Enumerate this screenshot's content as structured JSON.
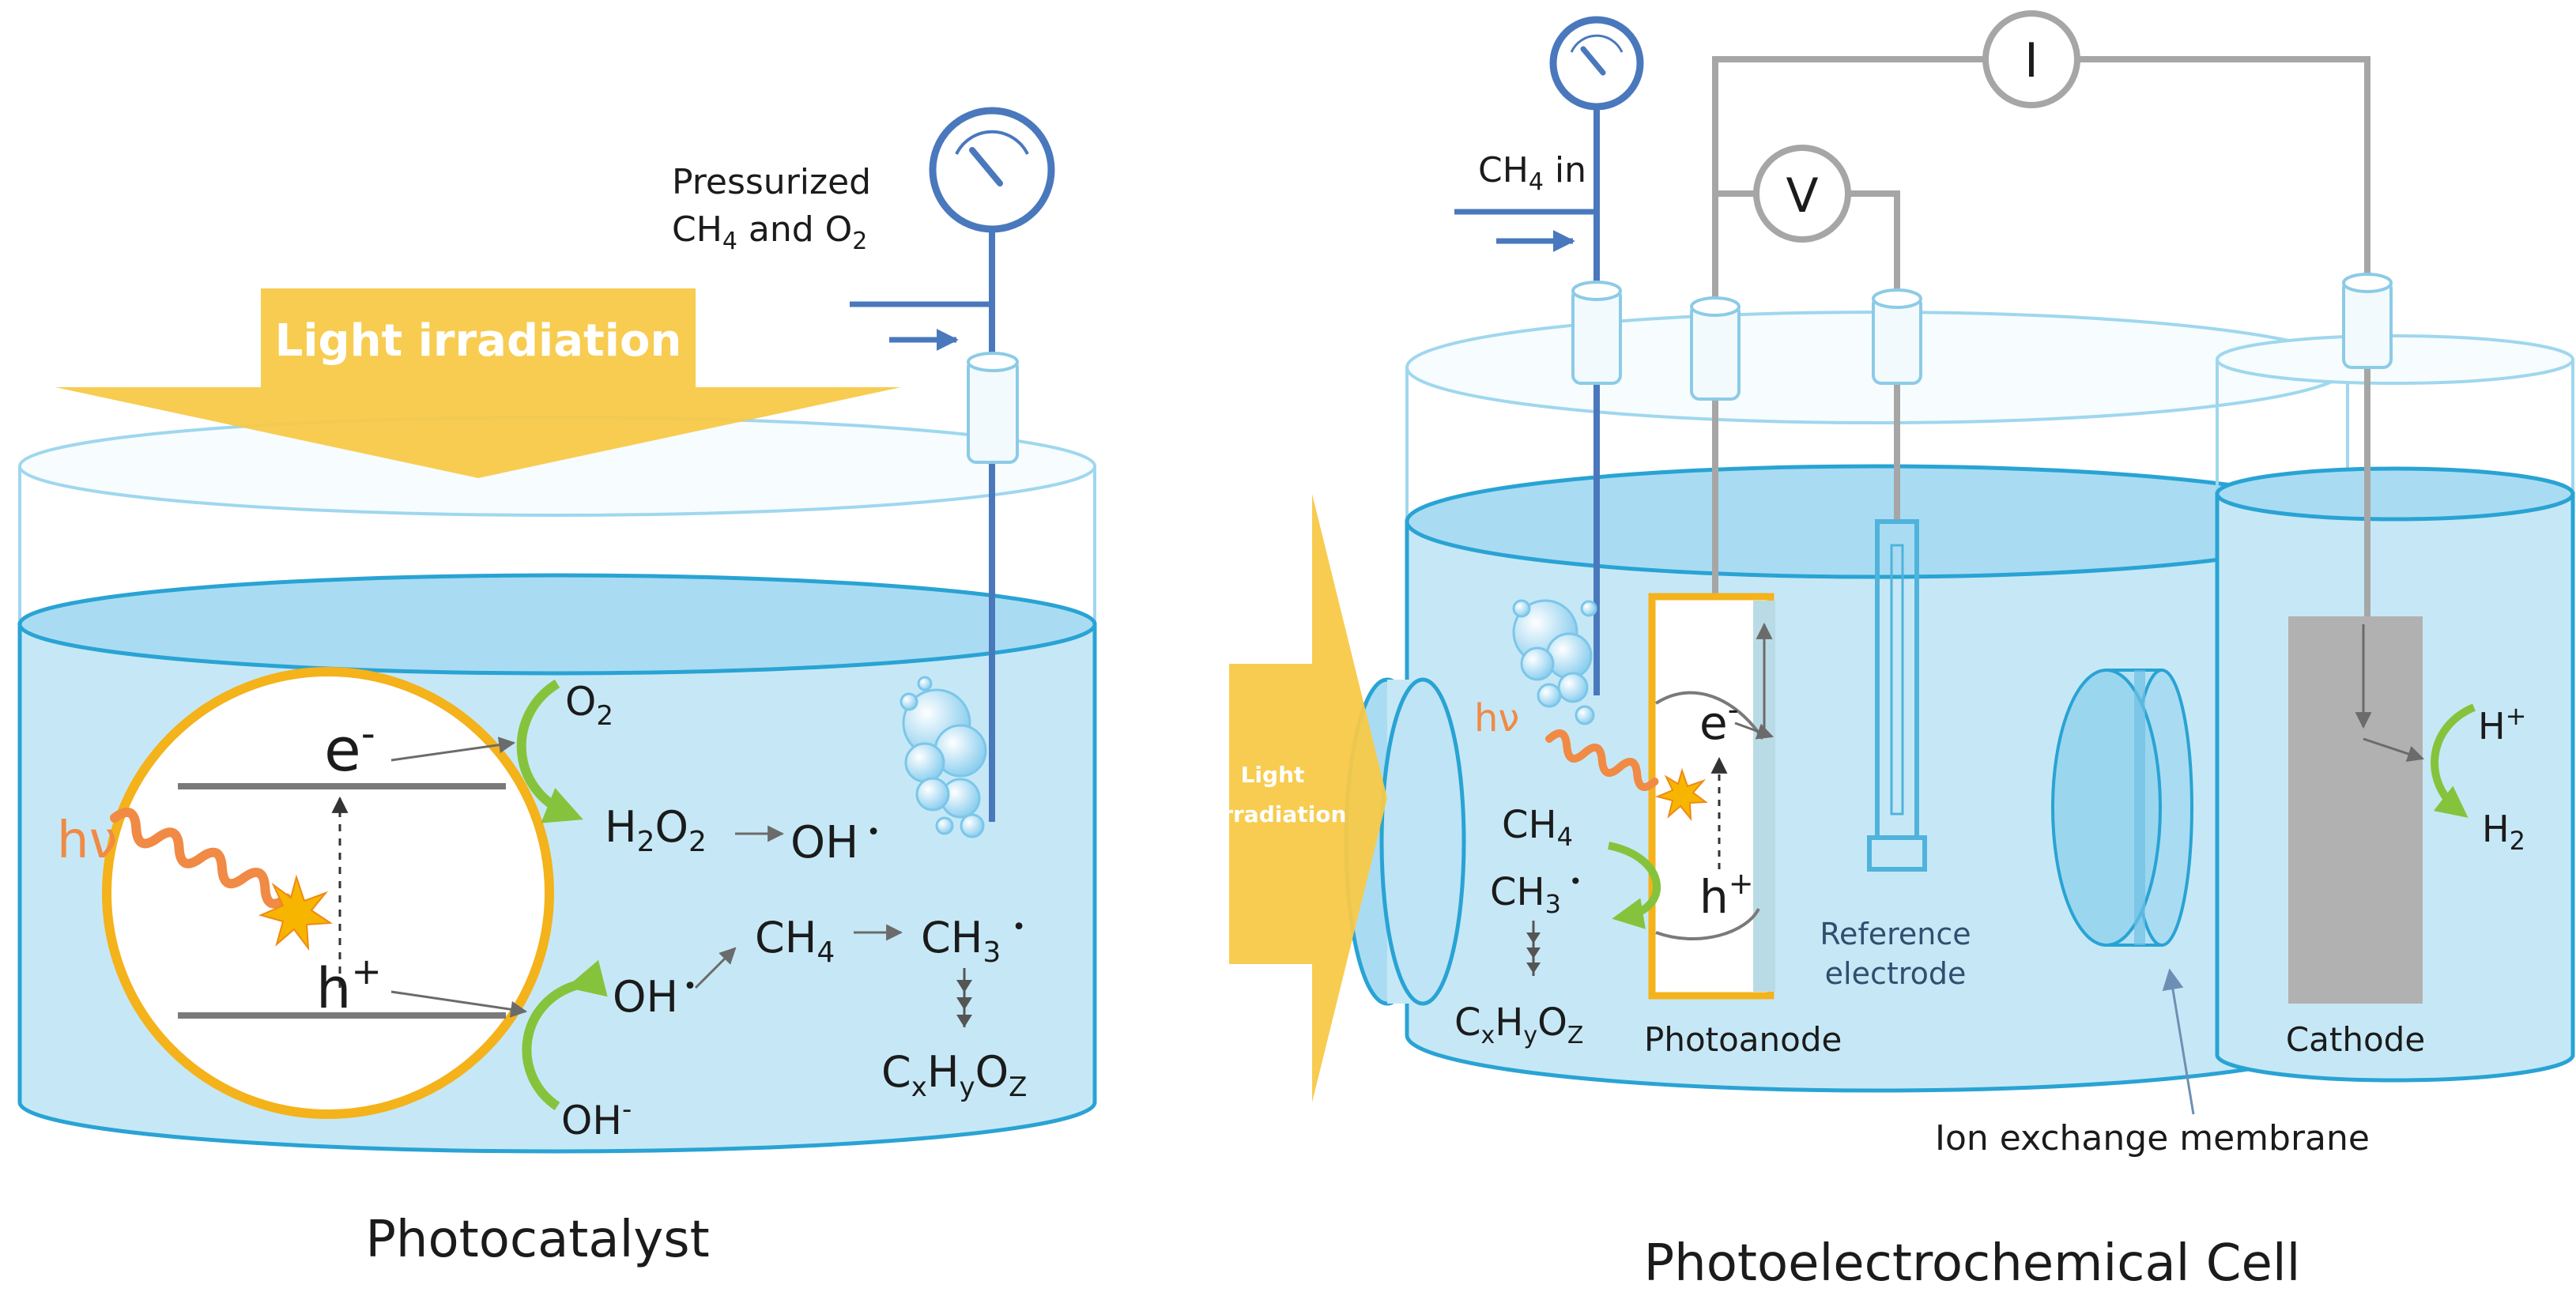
{
  "left_panel": {
    "caption": "Photocatalyst",
    "gas_label_line1": "Pressurized",
    "gas_label_ch4": "CH",
    "gas_label_ch4_sub": "4",
    "gas_label_and": " and O",
    "gas_label_o2_sub": "2",
    "light_label": "Light irradiation",
    "hv": "hν",
    "electron": "e",
    "electron_sup": "-",
    "hole": "h",
    "hole_sup": "+",
    "o2": "O",
    "o2_sub": "2",
    "h2o2_a": "H",
    "h2o2_sub1": "2",
    "h2o2_b": "O",
    "h2o2_sub2": "2",
    "oh_radical_a": "OH",
    "oh_radical_b": "OH",
    "oh_minus": "OH",
    "oh_minus_sup": "-",
    "ch4": "CH",
    "ch4_sub": "4",
    "ch3": "CH",
    "ch3_sub": "3",
    "radical_dot": "•",
    "product_c": "C",
    "product_x": "x",
    "product_h": "H",
    "product_y": "y",
    "product_o": "O",
    "product_z": "Z"
  },
  "right_panel": {
    "caption": "Photoelectrochemical Cell",
    "ch4_in_a": "CH",
    "ch4_in_sub": "4",
    "ch4_in_b": " in",
    "current_meter": "I",
    "voltage_meter": "V",
    "light_label_line1": "Light",
    "light_label_line2": "irradiation",
    "hv": "hν",
    "electron": "e",
    "electron_sup": "-",
    "hole": "h",
    "hole_sup": "+",
    "ch4": "CH",
    "ch4_sub": "4",
    "ch3": "CH",
    "ch3_sub": "3",
    "radical_dot": "•",
    "product_c": "C",
    "product_x": "x",
    "product_h": "H",
    "product_y": "y",
    "product_o": "O",
    "product_z": "Z",
    "photoanode": "Photoanode",
    "reference_line1": "Reference",
    "reference_line2": "electrode",
    "cathode": "Cathode",
    "h_plus": "H",
    "h_plus_sup": "+",
    "h2": "H",
    "h2_sub": "2",
    "membrane": "Ion exchange membrane"
  },
  "colors": {
    "water": "#c6e8f6",
    "water_top": "#a9dcf2",
    "vessel_outline": "#29a3d4",
    "glass_outline": "#9fd7ee",
    "pipe_blue": "#4a78bd",
    "light_yellow": "#f7c948",
    "particle_ring": "#f4b21b",
    "electron_orange": "#f08a45",
    "reaction_green": "#86c33c",
    "wire_gray": "#a6a6a6",
    "cathode_gray": "#b1b1b1",
    "text": "#1b1b1b"
  }
}
